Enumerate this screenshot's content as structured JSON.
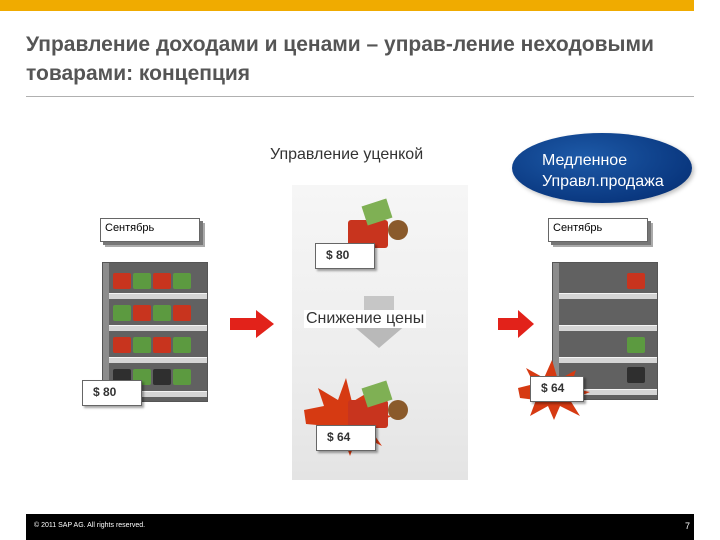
{
  "slide": {
    "title": "Управление доходами и ценами – управ-ление неходовыми товарами: концепция",
    "page_number": "7",
    "copyright": "© 2011 SAP AG. All rights reserved."
  },
  "diagram": {
    "markdown_label": "Управление уценкой",
    "price_drop_label": "Снижение цены",
    "slow_bubble_line1": "Медленное",
    "slow_bubble_line2": "Управл.продажа",
    "calendar_left": "Сентябрь",
    "calendar_right": "Сентябрь",
    "price_original_shelf": "$ 80",
    "price_original_item": "$ 80",
    "price_reduced_item": "$ 64",
    "price_reduced_shelf": "$ 64"
  },
  "colors": {
    "accent_bar": "#f0ab00",
    "arrow_red": "#e2221a",
    "bubble_blue": "#0a3880",
    "burst_red": "#d63a12"
  },
  "icons": [
    "calendar-icon",
    "shelf-icon",
    "product-icon",
    "price-tag-icon",
    "arrow-right-icon",
    "starburst-icon"
  ]
}
